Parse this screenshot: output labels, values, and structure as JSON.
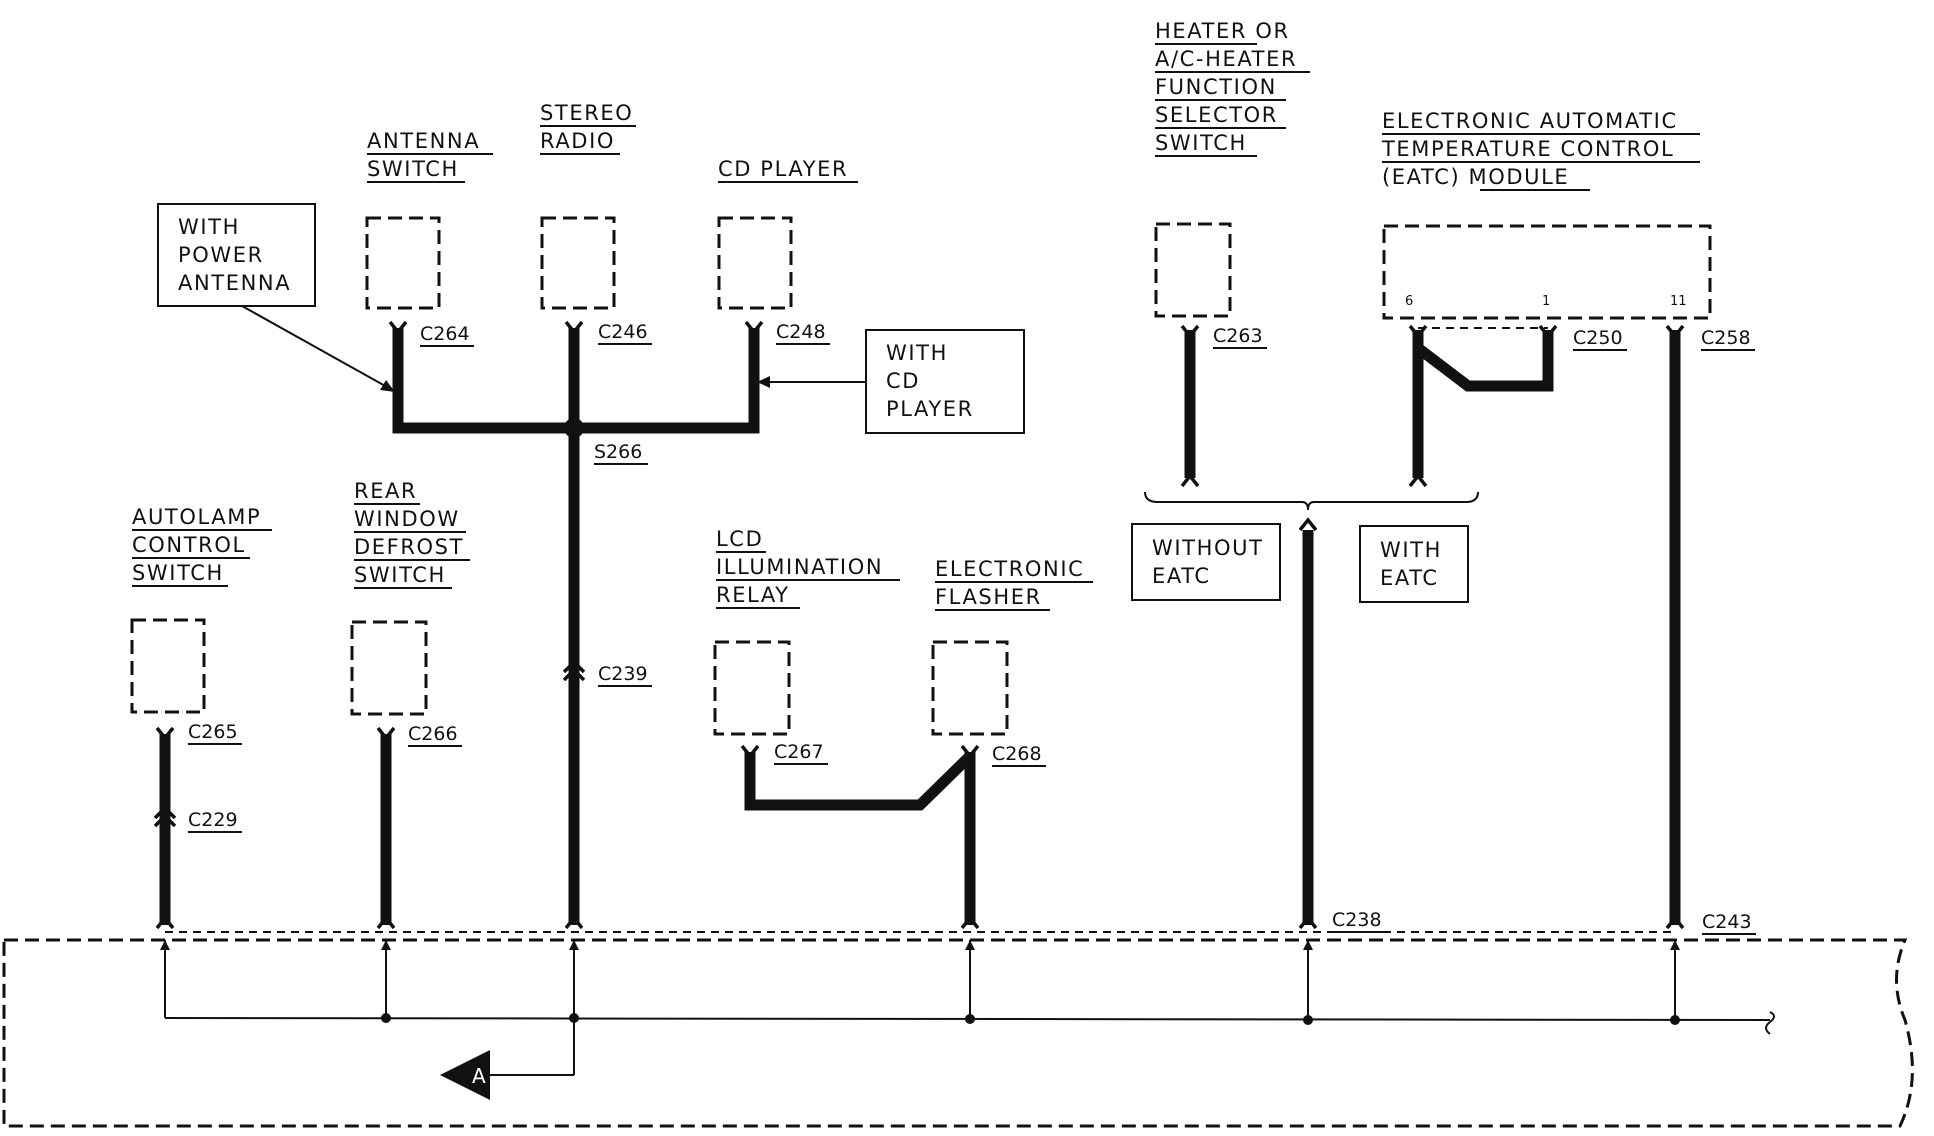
{
  "components": {
    "antenna_switch": [
      "ANTENNA",
      "SWITCH"
    ],
    "stereo_radio": [
      "STEREO",
      "RADIO"
    ],
    "cd_player": [
      "CD PLAYER"
    ],
    "heater_selector": [
      "HEATER OR",
      "A/C-HEATER",
      "FUNCTION",
      "SELECTOR",
      "SWITCH"
    ],
    "eatc_module": [
      "ELECTRONIC AUTOMATIC",
      "TEMPERATURE CONTROL",
      "(EATC) MODULE"
    ],
    "autolamp_switch": [
      "AUTOLAMP",
      "CONTROL",
      "SWITCH"
    ],
    "rear_defrost_switch": [
      "REAR",
      "WINDOW",
      "DEFROST",
      "SWITCH"
    ],
    "lcd_relay": [
      "LCD",
      "ILLUMINATION",
      "RELAY"
    ],
    "electronic_flasher": [
      "ELECTRONIC",
      "FLASHER"
    ]
  },
  "notes": {
    "power_antenna": [
      "WITH",
      "POWER",
      "ANTENNA"
    ],
    "with_cd_player": [
      "WITH",
      "CD",
      "PLAYER"
    ],
    "without_eatc": [
      "WITHOUT",
      "EATC"
    ],
    "with_eatc": [
      "WITH",
      "EATC"
    ]
  },
  "connectors": {
    "c264": "C264",
    "c246": "C246",
    "c248": "C248",
    "s266": "S266",
    "c263": "C263",
    "c250": "C250",
    "c258": "C258",
    "c239": "C239",
    "c265": "C265",
    "c266": "C266",
    "c229": "C229",
    "c267": "C267",
    "c268": "C268",
    "c238": "C238",
    "c243": "C243"
  },
  "pins": {
    "p6": "6",
    "p1": "1",
    "p11": "11"
  },
  "ground_ref": "A"
}
